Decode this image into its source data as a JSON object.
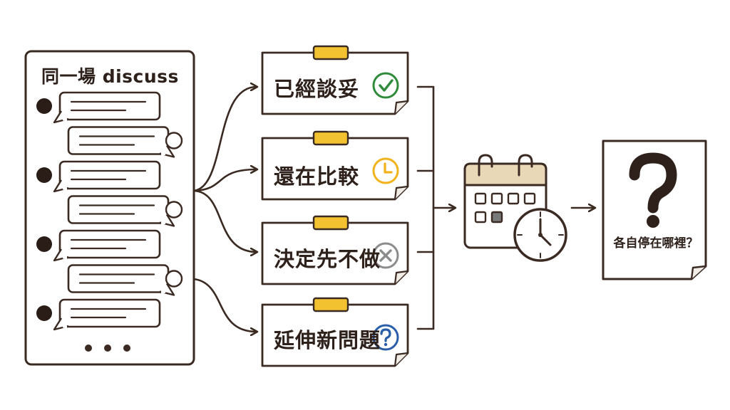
{
  "panel": {
    "title": "同一場 discuss",
    "messages": [
      {
        "side": "left",
        "lines": 2
      },
      {
        "side": "right",
        "lines": 2
      },
      {
        "side": "left",
        "lines": 2
      },
      {
        "side": "right",
        "lines": 2
      },
      {
        "side": "left",
        "lines": 2
      },
      {
        "side": "right",
        "lines": 2
      },
      {
        "side": "left",
        "lines": 2
      }
    ],
    "more_icon": "ellipsis-icon"
  },
  "categories": [
    {
      "label": "已經談妥",
      "icon": "check-circle-icon",
      "color": "#2e8b3a"
    },
    {
      "label": "還在比較",
      "icon": "clock-icon",
      "color": "#f2b21c"
    },
    {
      "label": "決定先不做",
      "icon": "x-circle-icon",
      "color": "#8c8c8c"
    },
    {
      "label": "延伸新問題",
      "icon": "question-circle-icon",
      "color": "#2a5ea8"
    }
  ],
  "calendar": {
    "icon": "calendar-clock-icon"
  },
  "result": {
    "label": "各自停在哪裡？",
    "icon": "question-mark-icon"
  },
  "colors": {
    "ink": "#3a2a22",
    "tape": "#f2c230",
    "calendar_header": "#e9d8b8",
    "calendar_marked": "#7a7a7a"
  }
}
